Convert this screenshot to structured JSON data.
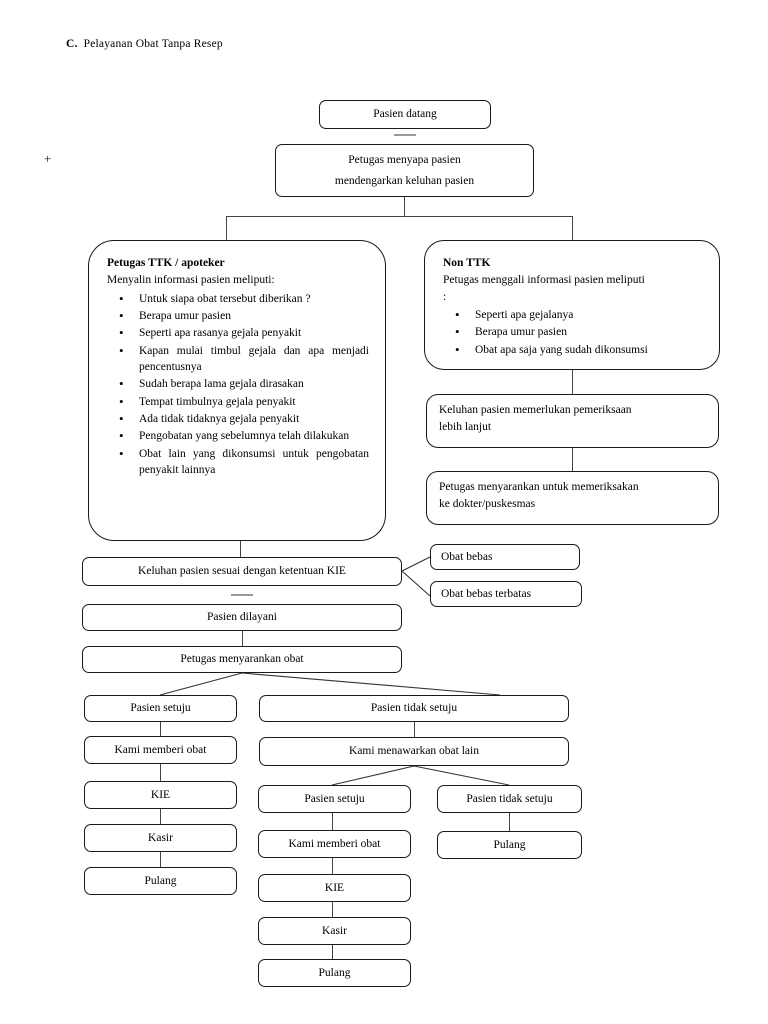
{
  "document": {
    "section_letter": "C.",
    "section_title": "Pelayanan Obat Tanpa Resep",
    "margin_marker": "+"
  },
  "flow": {
    "start": "Pasien datang",
    "greet": {
      "line1": "Petugas menyapa pasien",
      "line2": "mendengarkan keluhan pasien"
    },
    "ttk_panel": {
      "title": "Petugas TTK / apoteker",
      "subtitle": "Menyalin informasi pasien meliputi:",
      "items": [
        "Untuk siapa obat tersebut diberikan ?",
        "Berapa umur pasien",
        "Seperti apa rasanya gejala penyakit",
        "Kapan mulai timbul gejala dan apa menjadi pencentusnya",
        "Sudah berapa lama gejala dirasakan",
        "Tempat timbulnya gejala penyakit",
        "Ada tidak tidaknya gejala penyakit",
        "Pengobatan yang sebelumnya telah dilakukan",
        "Obat lain yang dikonsumsi untuk pengobatan penyakit lainnya"
      ]
    },
    "nonttk_panel": {
      "title": "Non TTK",
      "subtitle": "Petugas menggali informasi pasien meliputi",
      "subtitle_cont": ":",
      "items": [
        "Seperti apa gejalanya",
        "Berapa umur pasien",
        "Obat apa saja yang sudah dikonsumsi"
      ]
    },
    "need_exam": {
      "line1": "Keluhan pasien memerlukan pemeriksaan",
      "line2": "lebih lanjut"
    },
    "refer_doctor": {
      "line1": "Petugas menyarankan untuk memeriksakan",
      "line2": "ke dokter/puskesmas"
    },
    "kie_rule": "Keluhan pasien sesuai dengan ketentuan KIE",
    "obat_bebas": "Obat bebas",
    "obat_bebas_terbatas": "Obat bebas terbatas",
    "served": "Pasien dilayani",
    "suggest_drug": "Petugas menyarankan obat",
    "branch_agree": "Pasien setuju",
    "branch_disagree": "Pasien tidak setuju",
    "give_drug_left": "Kami memberi obat",
    "kie_left": "KIE",
    "kasir_left": "Kasir",
    "pulang_left": "Pulang",
    "offer_other": "Kami menawarkan obat lain",
    "branch2_agree": "Pasien setuju",
    "branch2_disagree": "Pasien tidak setuju",
    "give_drug_mid": "Kami memberi obat",
    "kie_mid": "KIE",
    "kasir_mid": "Kasir",
    "pulang_mid": "Pulang",
    "pulang_right": "Pulang"
  }
}
